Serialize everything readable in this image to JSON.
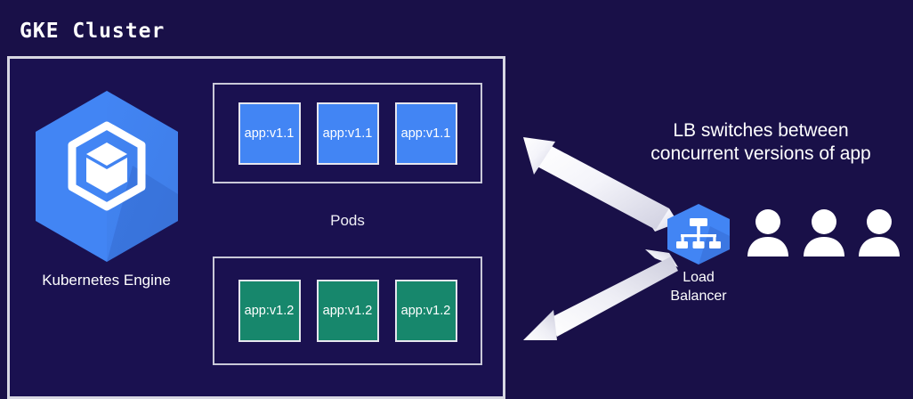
{
  "diagram": {
    "title": "GKE Cluster",
    "background_color": "#191048",
    "cluster": {
      "border_color": "#d7d7e2",
      "fill_color": "#1a1150",
      "engine": {
        "icon": "kubernetes-engine-hexagon-icon",
        "label": "Kubernetes Engine",
        "hex_color": "#4285f4"
      },
      "pods_label": "Pods",
      "pod_groups": [
        {
          "id": "v1-1",
          "version_label": "app:v1.1",
          "color": "#4285f4",
          "pods": [
            "app:v1.1",
            "app:v1.1",
            "app:v1.1"
          ]
        },
        {
          "id": "v1-2",
          "version_label": "app:v1.2",
          "color": "#17876c",
          "pods": [
            "app:v1.2",
            "app:v1.2",
            "app:v1.2"
          ]
        }
      ]
    },
    "arrows": [
      {
        "name": "arrow-to-v1-1",
        "direction": "up-left",
        "color": "#ffffff"
      },
      {
        "name": "arrow-to-v1-2",
        "direction": "down-left",
        "color": "#e8e8f0"
      }
    ],
    "load_balancer": {
      "icon": "load-balancer-hierarchy-icon",
      "hex_color": "#4285f4",
      "label_line1": "Load",
      "label_line2": "Balancer"
    },
    "users": {
      "icon": "user-icon",
      "count": 3,
      "color": "#ffffff"
    },
    "caption": {
      "line1": "LB switches between",
      "line2": "concurrent versions of app",
      "color": "#ffffff"
    }
  }
}
